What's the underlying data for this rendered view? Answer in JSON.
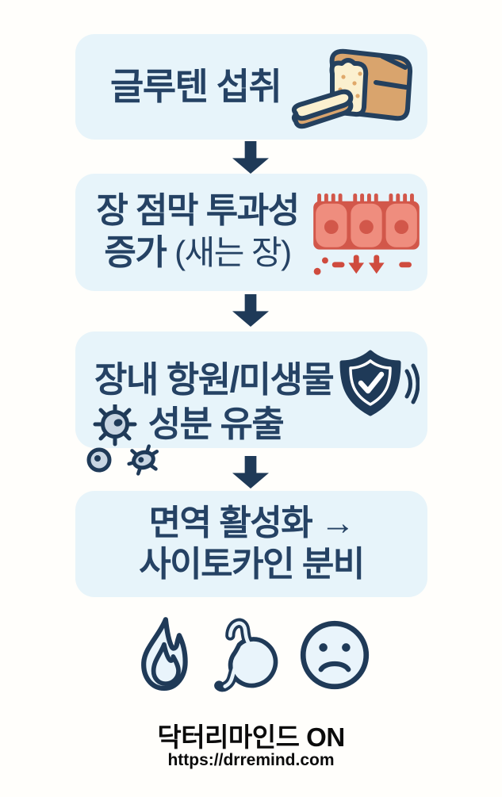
{
  "colors": {
    "background": "#fffefb",
    "box_background": "#e7f4fa",
    "navy": "#1f3a58",
    "text_navy": "#254264",
    "cell_dark_red": "#d2574a",
    "cell_salmon": "#ef8d7e",
    "leak_red": "#cf4b3e",
    "bread_crust": "#d9a46d",
    "bread_crumb": "#fbf0cf",
    "germ_fill": "#c8d5e2",
    "icon_fill": "#e9f4fb",
    "footer_text": "#0b0b0b"
  },
  "flow": {
    "steps": [
      {
        "label": "글루텐 섭취",
        "icon": "bread-icon"
      },
      {
        "line1": "장 점막 투과성",
        "line2_main": "증가",
        "line2_paren": "(새는 장)",
        "icon": "intestinal-lining-icon"
      },
      {
        "line1": "장내 항원/미생물",
        "line2": "성분 유출",
        "icons": [
          "shield-icon",
          "microbes-icon"
        ]
      },
      {
        "line1": "면역 활성화 →",
        "line2": "사이토카인 분비"
      }
    ]
  },
  "symptom_icons": [
    "flame-icon",
    "stomach-icon",
    "sad-face-icon"
  ],
  "footer": {
    "brand": "닥터리마인드 ON",
    "url": "https://drremind.com"
  }
}
